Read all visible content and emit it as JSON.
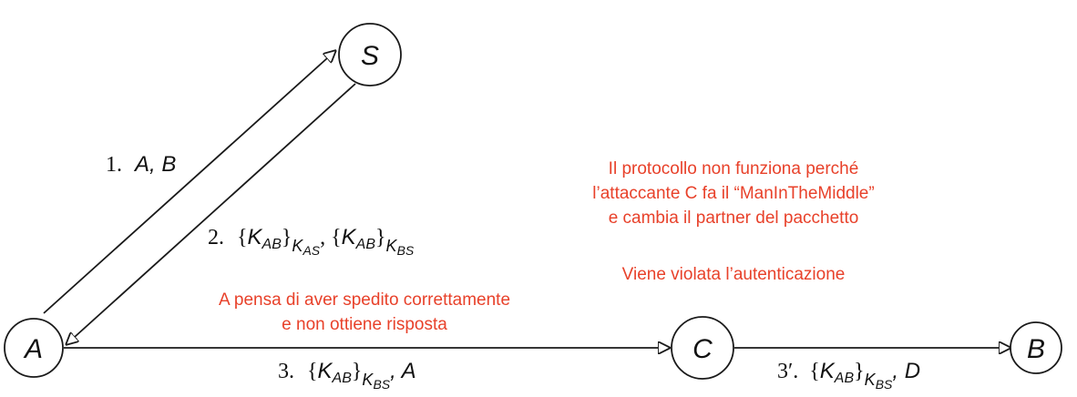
{
  "nodes": {
    "S": "S",
    "A": "A",
    "C": "C",
    "B": "B"
  },
  "messages": {
    "m1": {
      "num": "1.",
      "body": "A, B"
    },
    "m2": {
      "num": "2.",
      "k1": "K",
      "k1_sub": "AB",
      "k1_key": "K",
      "k1_key_sub": "AS",
      "sep": ", ",
      "k2": "K",
      "k2_sub": "AB",
      "k2_key": "K",
      "k2_key_sub": "BS"
    },
    "m3": {
      "num": "3.",
      "k": "K",
      "k_sub": "AB",
      "key": "K",
      "key_sub": "BS",
      "tail": ", A"
    },
    "m3p": {
      "num": "3′.",
      "k": "K",
      "k_sub": "AB",
      "key": "K",
      "key_sub": "BS",
      "tail": ", D"
    }
  },
  "notes": {
    "right_line1": "Il protocollo non funziona perché",
    "right_line2": "l’attaccante C fa il “ManInTheMiddle”",
    "right_line3": "e cambia il partner del pacchetto",
    "violation": "Viene violata l’autenticazione",
    "center_line1": "A pensa di aver spedito correttamente",
    "center_line2": "e non ottiene risposta"
  },
  "colors": {
    "note": "#e8412a",
    "lines": "#1a1a1a"
  }
}
